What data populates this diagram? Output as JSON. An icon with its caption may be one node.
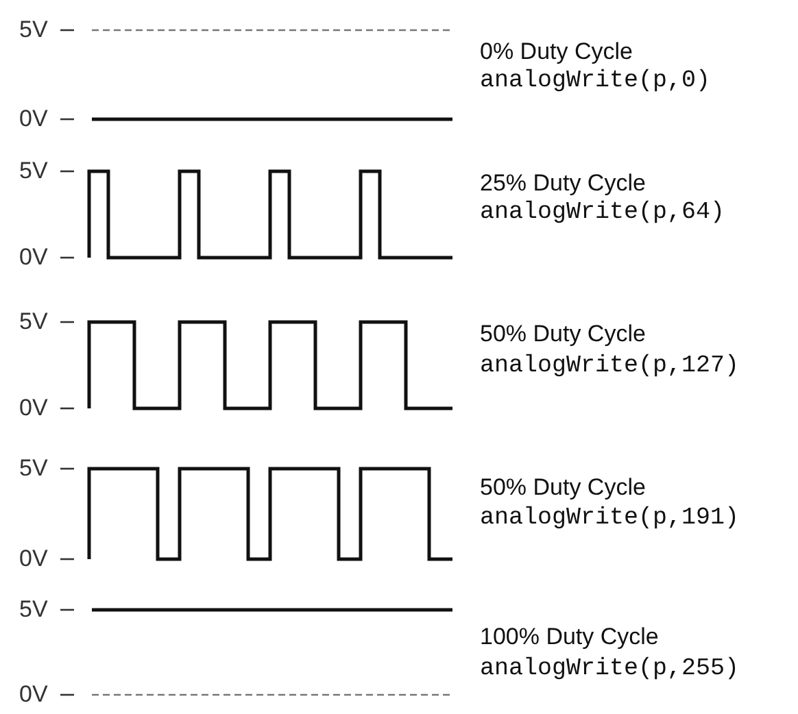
{
  "diagram": {
    "labels": [
      "5V",
      "0% Duty Cycle",
      "analogWrite(p,0)",
      "0V",
      "5V",
      "25% Duty Cycle",
      "analogWrite(p,64)",
      "0V",
      "5V",
      "50% Duty Cycle",
      "analogWrite(p,127)",
      "0V",
      "5V",
      "50% Duty Cycle",
      "analogWrite(p,191)",
      "0V",
      "5V",
      "100% Duty Cycle",
      "analogWrite(p,255)",
      "0V"
    ]
  }
}
